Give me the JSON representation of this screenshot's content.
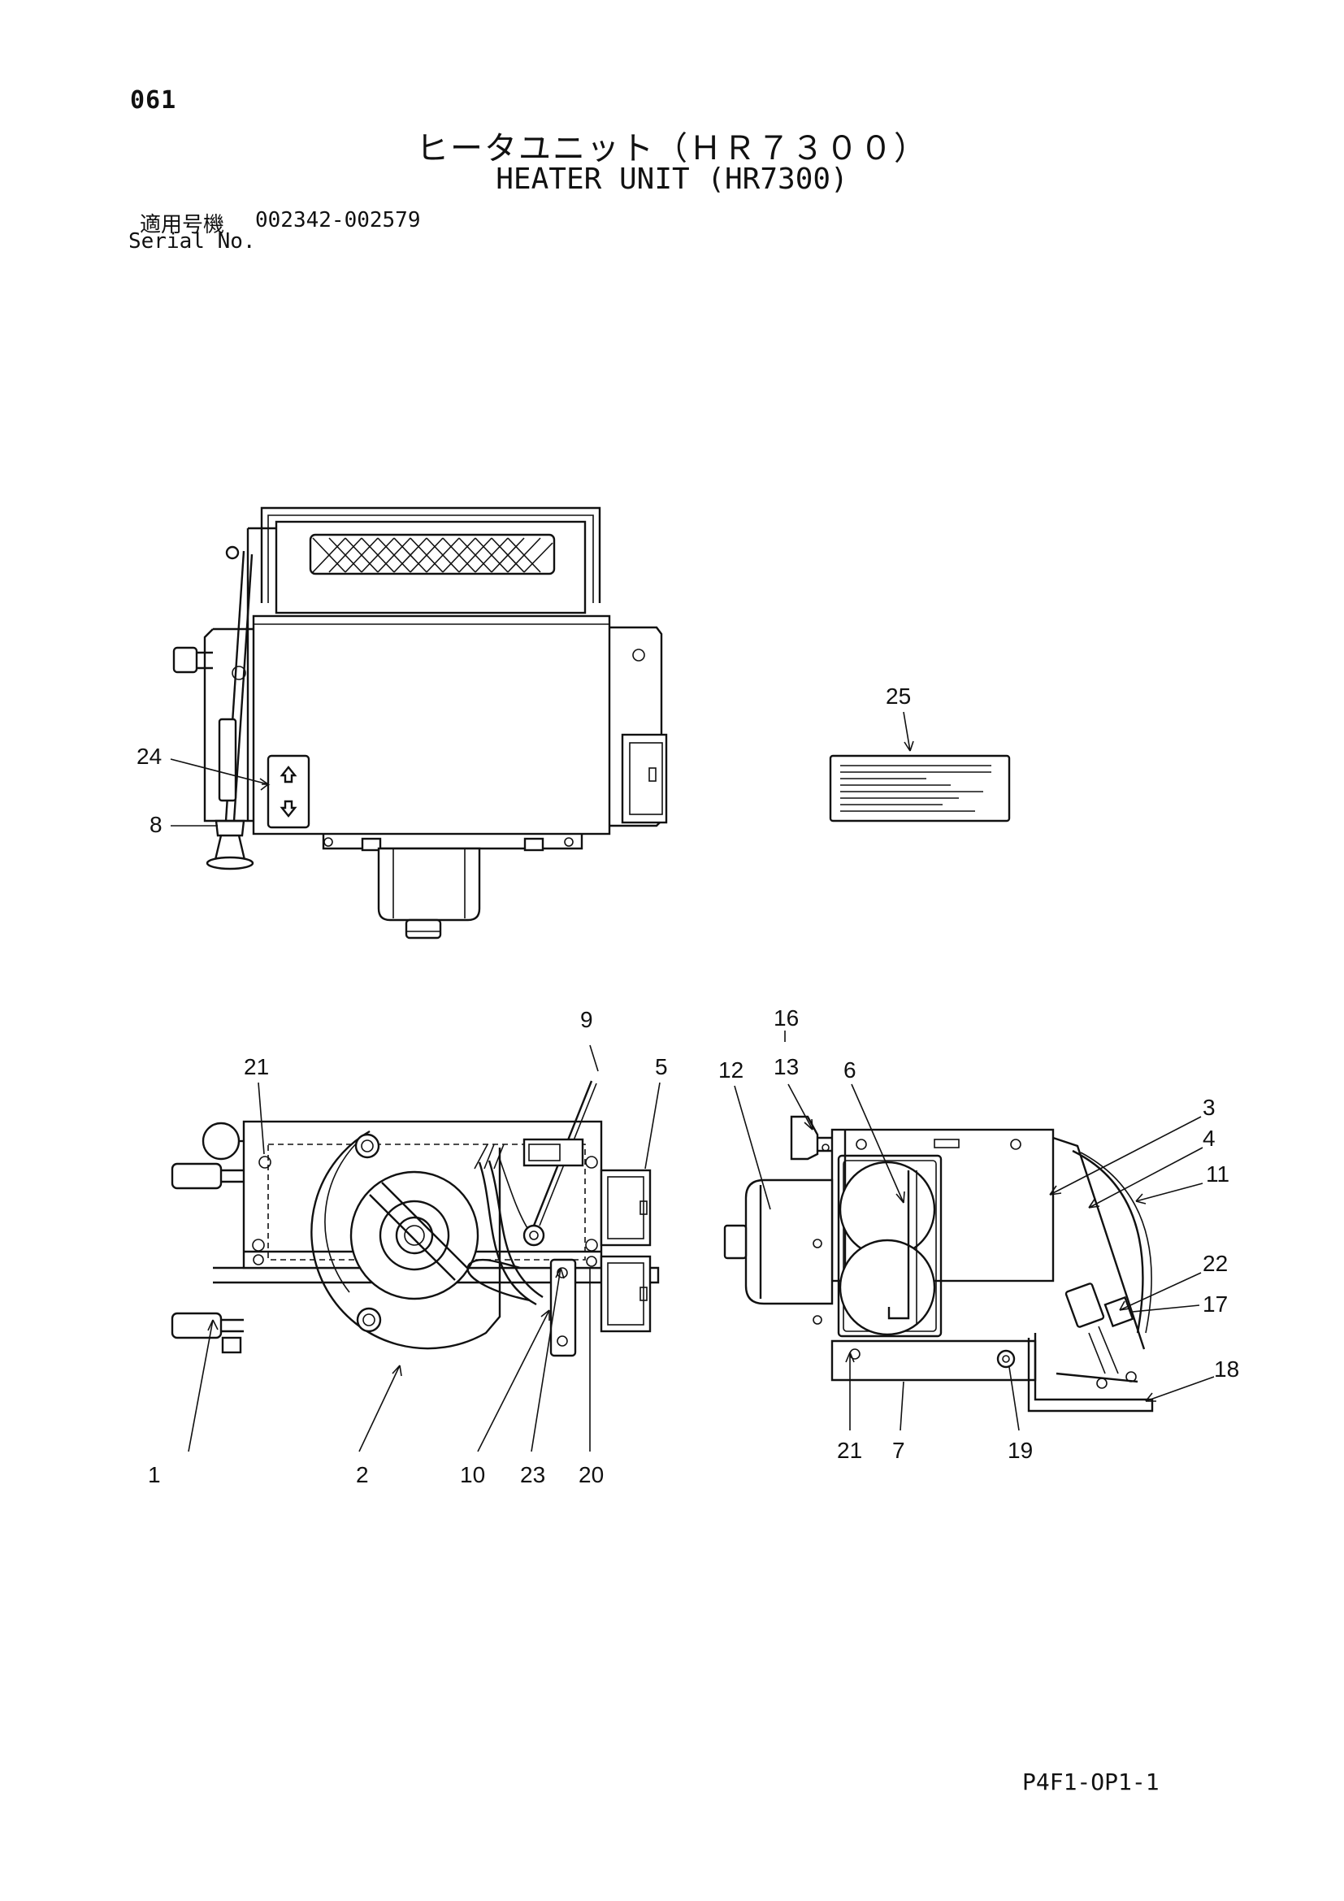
{
  "page": {
    "number": "061",
    "drawing_code": "P4F1-OP1-1"
  },
  "title": {
    "ja": "ヒータユニット（ＨＲ７３００）",
    "en": "HEATER UNIT (HR7300)"
  },
  "serial": {
    "label_ja": "適用号機",
    "label_en": "Serial No.",
    "range": "002342-002579"
  },
  "callouts": {
    "c1": "1",
    "c2": "2",
    "c3": "3",
    "c4": "4",
    "c5": "5",
    "c6": "6",
    "c7": "7",
    "c8": "8",
    "c9": "9",
    "c10": "10",
    "c11": "11",
    "c12": "12",
    "c13": "13",
    "c16": "16",
    "c17": "17",
    "c18": "18",
    "c19": "19",
    "c20": "20",
    "c21a": "21",
    "c21b": "21",
    "c22": "22",
    "c23": "23",
    "c24": "24",
    "c25": "25"
  }
}
